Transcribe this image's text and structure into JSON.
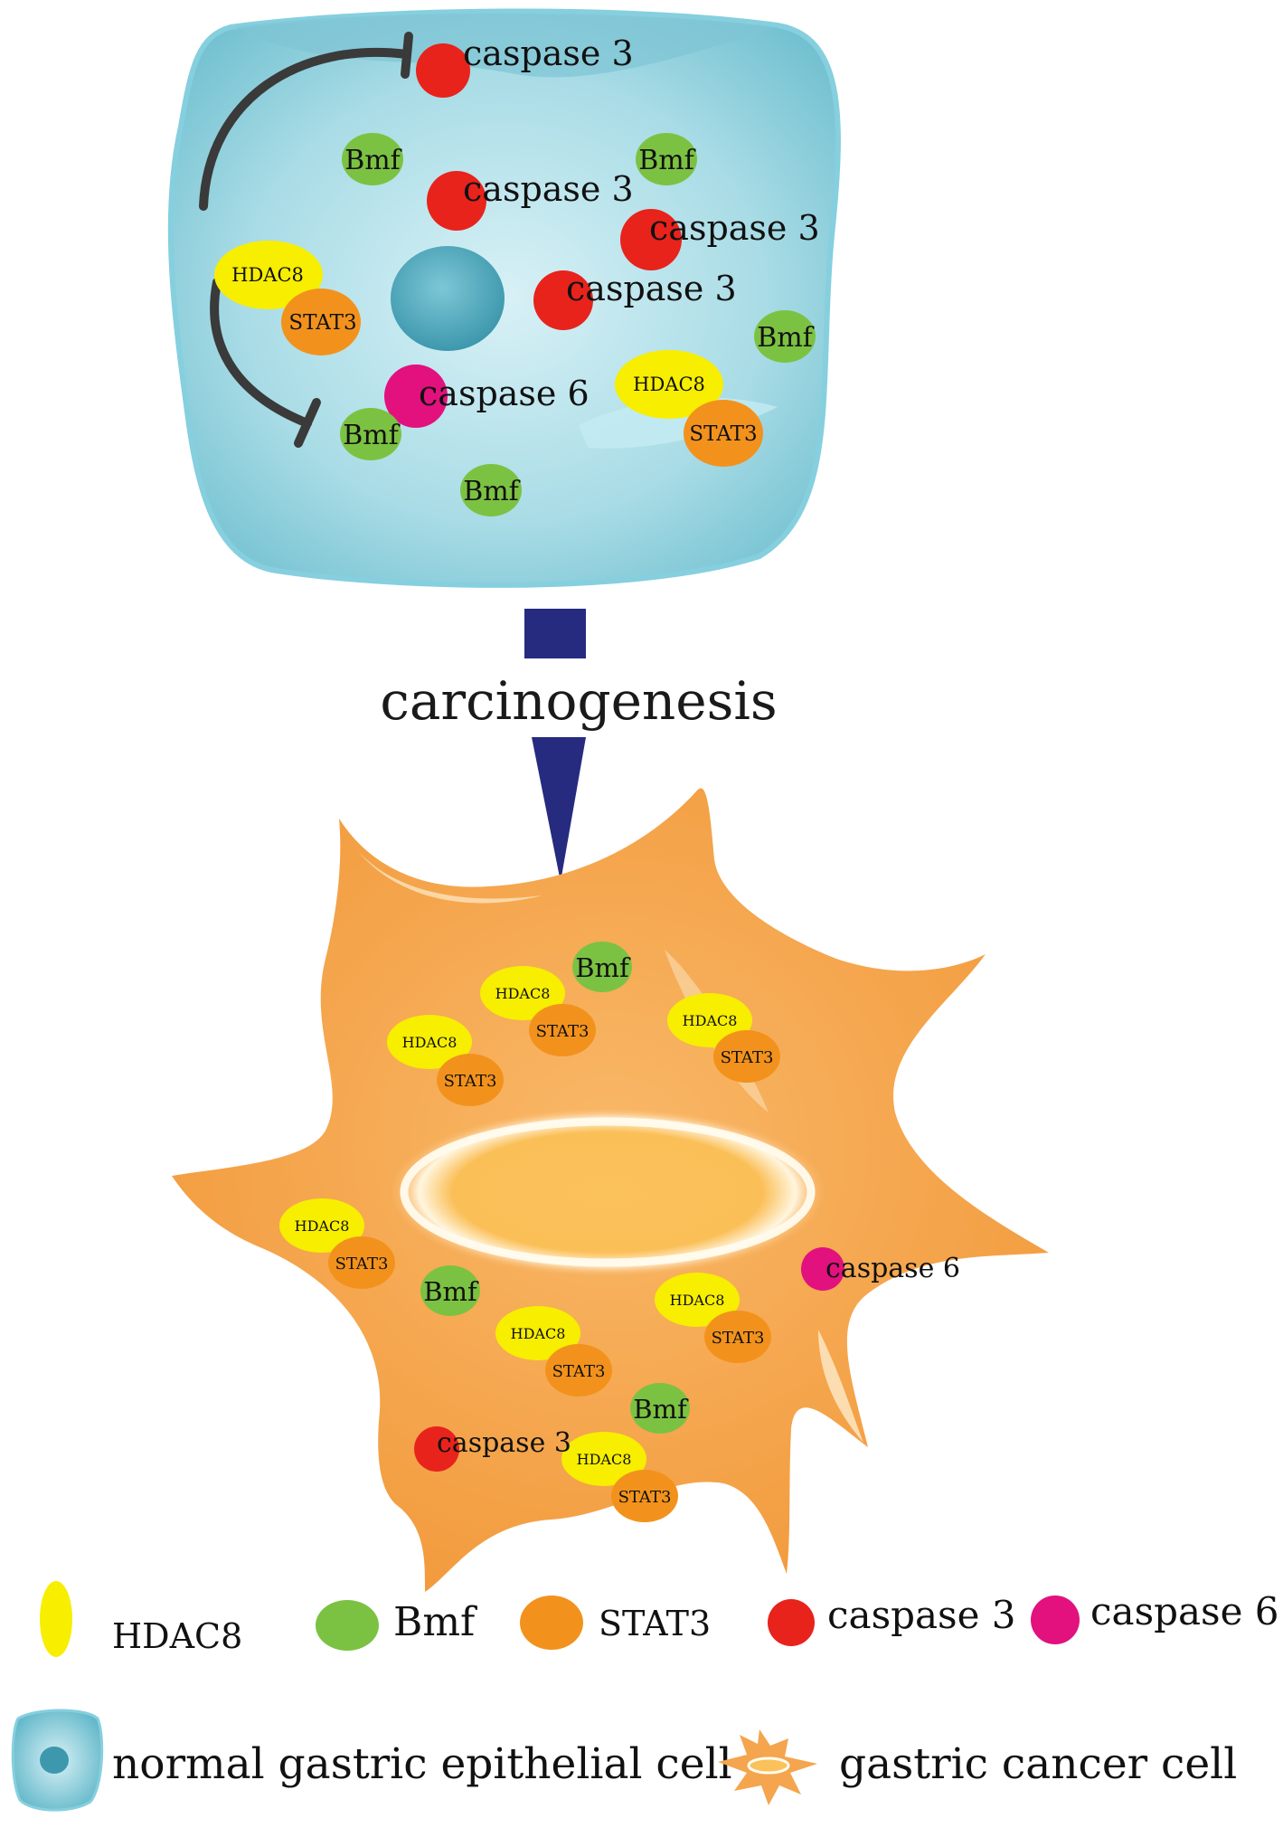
{
  "colors": {
    "hdac8": "#f7ee00",
    "bmf": "#7cc242",
    "stat3": "#f2921d",
    "caspase3": "#e8231c",
    "caspase6": "#e2117e",
    "normal_cell": "#a9dce6",
    "cancer_cell": "#f4a54e",
    "arrow": "#262b80",
    "inhibition": "#3a3a3a"
  },
  "labels": {
    "hdac8": "HDAC8",
    "bmf": "Bmf",
    "stat3": "STAT3",
    "caspase3": "caspase 3",
    "caspase6": "caspase 6"
  },
  "process": {
    "label": "carcinogenesis"
  },
  "legend": {
    "hdac8": "HDAC8",
    "bmf": "Bmf",
    "stat3": "STAT3",
    "caspase3": "caspase 3",
    "caspase6": "caspase 6",
    "normal_cell": "normal gastric epithelial cell",
    "cancer_cell": "gastric cancer cell"
  }
}
